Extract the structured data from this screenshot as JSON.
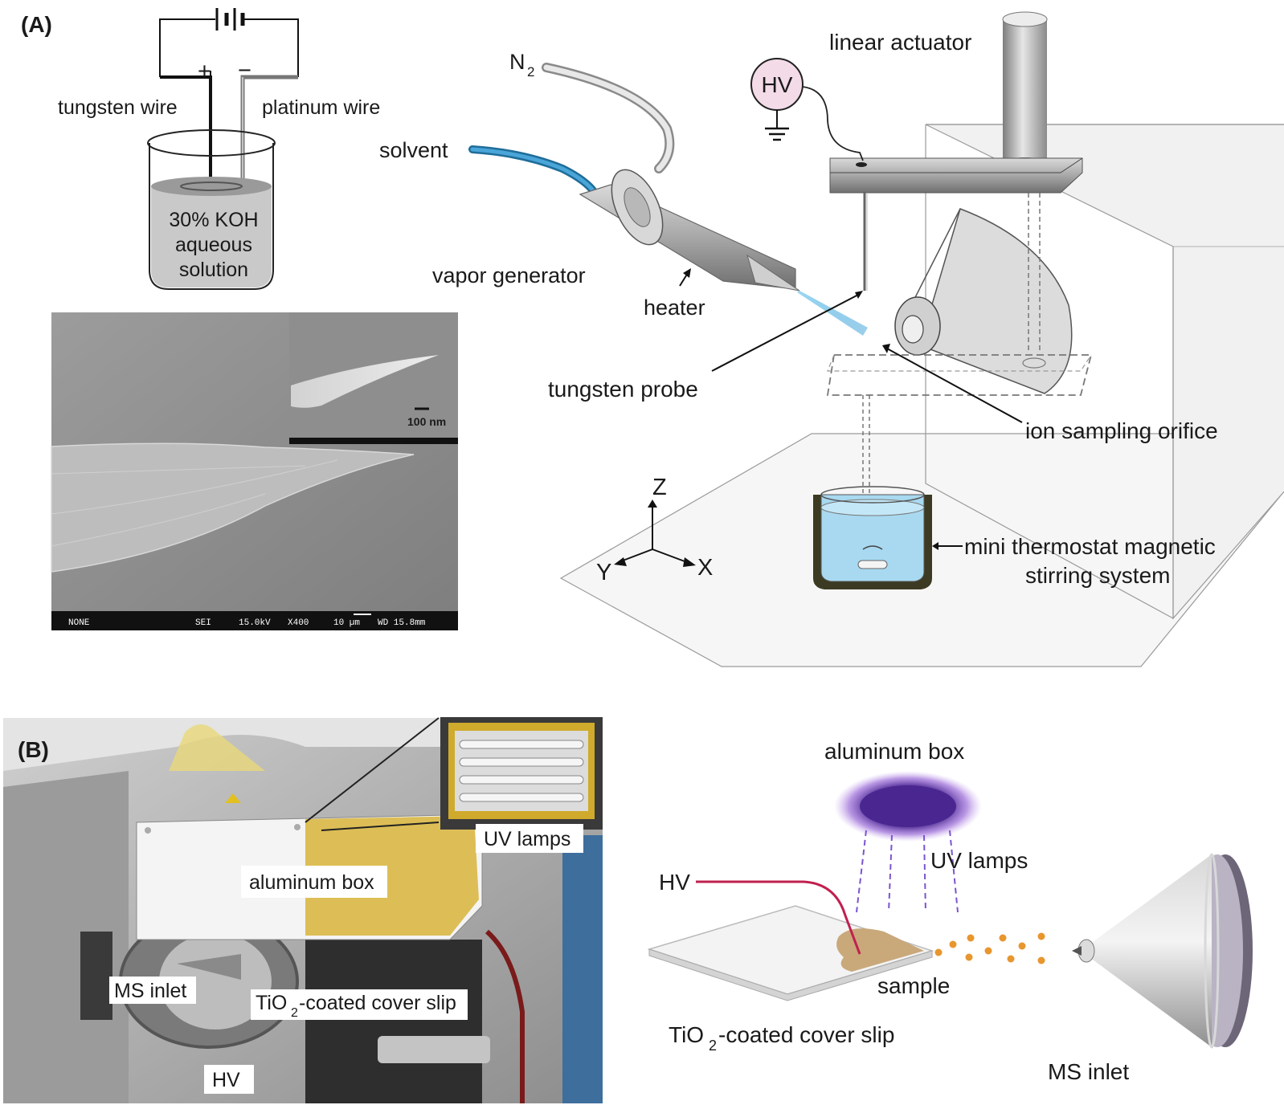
{
  "panel_a": {
    "tag": "(A)",
    "electrolysis": {
      "plus": "+",
      "minus": "−",
      "tungsten_wire": "tungsten wire",
      "platinum_wire": "platinum wire",
      "solution_line1": "30% KOH",
      "solution_line2": "aqueous",
      "solution_line3": "solution"
    },
    "sem": {
      "scale_inset": "100 nm",
      "info_bar": [
        "NONE",
        "SEI",
        "15.0kV",
        "X400",
        "10 µm",
        "WD 15.8mm"
      ]
    },
    "setup": {
      "n2_letter": "N",
      "n2_sub": "2",
      "solvent": "solvent",
      "vapor_generator": "vapor generator",
      "heater": "heater",
      "hv": "HV",
      "linear_actuator": "linear actuator",
      "tungsten_probe": "tungsten probe",
      "ion_sampling_orifice": "ion sampling orifice",
      "axis_z": "Z",
      "axis_y": "Y",
      "axis_x": "X",
      "thermostat_line1": "mini thermostat magnetic",
      "thermostat_line2": "stirring system"
    }
  },
  "panel_b": {
    "tag": "(B)",
    "photo": {
      "uv_lamps": "UV lamps",
      "aluminum_box": "aluminum box",
      "ms_inlet": "MS inlet",
      "tio2_pre": "TiO",
      "tio2_sub": "2",
      "tio2_post": "-coated cover slip",
      "hv": "HV"
    },
    "schematic": {
      "aluminum_box": "aluminum box",
      "uv_lamps": "UV lamps",
      "hv": "HV",
      "sample": "sample",
      "tio2_pre": "TiO",
      "tio2_sub": "2",
      "tio2_post": "-coated cover slip",
      "ms_inlet": "MS inlet"
    }
  },
  "colors": {
    "solvent_tube": "#2f86b8",
    "hv_circle": "#f3dbe8",
    "uv_glow": "#5b2a9a",
    "droplet": "#e8962e",
    "kapton": "#d8b43a",
    "sample_patch": "#c9a87a",
    "hv_wire": "#c0204f"
  }
}
